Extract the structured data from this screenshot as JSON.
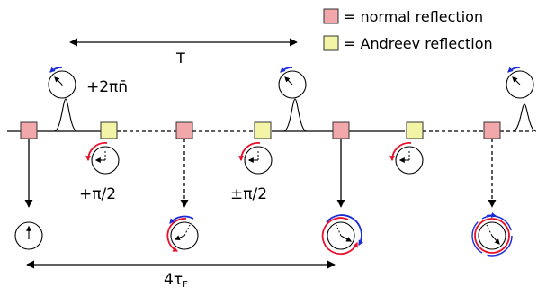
{
  "legend": {
    "items": [
      {
        "label": "= normal reflection",
        "color": "#f2a7ab"
      },
      {
        "label": "= Andreev reflection",
        "color": "#f4f4a6"
      }
    ]
  },
  "labels": {
    "period": "T",
    "phase_2pi_n": "+2πn̄",
    "phase_half_pi": "+π/2",
    "phase_pm_half_pi": "±π/2",
    "time_4tau_base": "4τ",
    "time_4tau_sub": "F"
  },
  "colors": {
    "normal_box": "#f2a7ab",
    "andreev_box": "#f4f4a6",
    "arc_red": "#e8102a",
    "arc_blue": "#1a2cd8",
    "line": "#000000"
  }
}
